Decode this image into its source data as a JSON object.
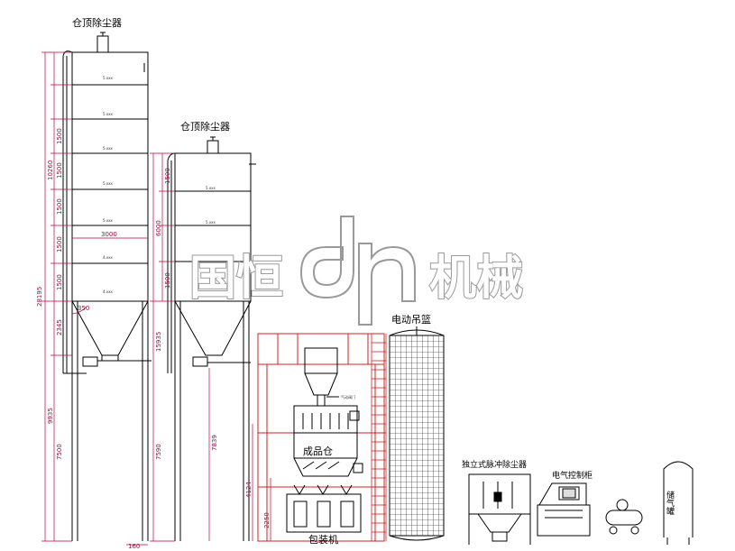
{
  "labels": {
    "left_dust": "仓顶除尘器",
    "mid_dust": "仓顶除尘器",
    "elevator": "电动吊篮",
    "mixer": "成品仓",
    "packer": "包装机",
    "pulse_dust": "独立式脉冲除尘器",
    "control": "电气控制柜",
    "gas_tank": "储气罐",
    "valve_small": "气动阀门"
  },
  "watermark": {
    "left": "国恒",
    "right": "机械"
  },
  "dimensions_left": [
    "28195",
    "10260",
    "1500",
    "1500",
    "1500",
    "1500",
    "1500",
    "2345",
    "9935",
    "7500",
    "3000",
    "350",
    "160"
  ],
  "dimensions_mid": [
    "6000",
    "1500",
    "1500",
    "15935",
    "7590",
    "7839",
    "4124",
    "2250"
  ],
  "level_marks": [
    "5.xxx",
    "5.xxx",
    "5.xxx",
    "5.xxx",
    "5.xxx",
    "4.xxx",
    "4.xxx",
    "5.xxx",
    "5.xxx",
    "5.xxx"
  ],
  "colors": {
    "line": "#000000",
    "dim": "#c0003a",
    "frame": "#d42020",
    "watermark": "#9a9a9a"
  }
}
